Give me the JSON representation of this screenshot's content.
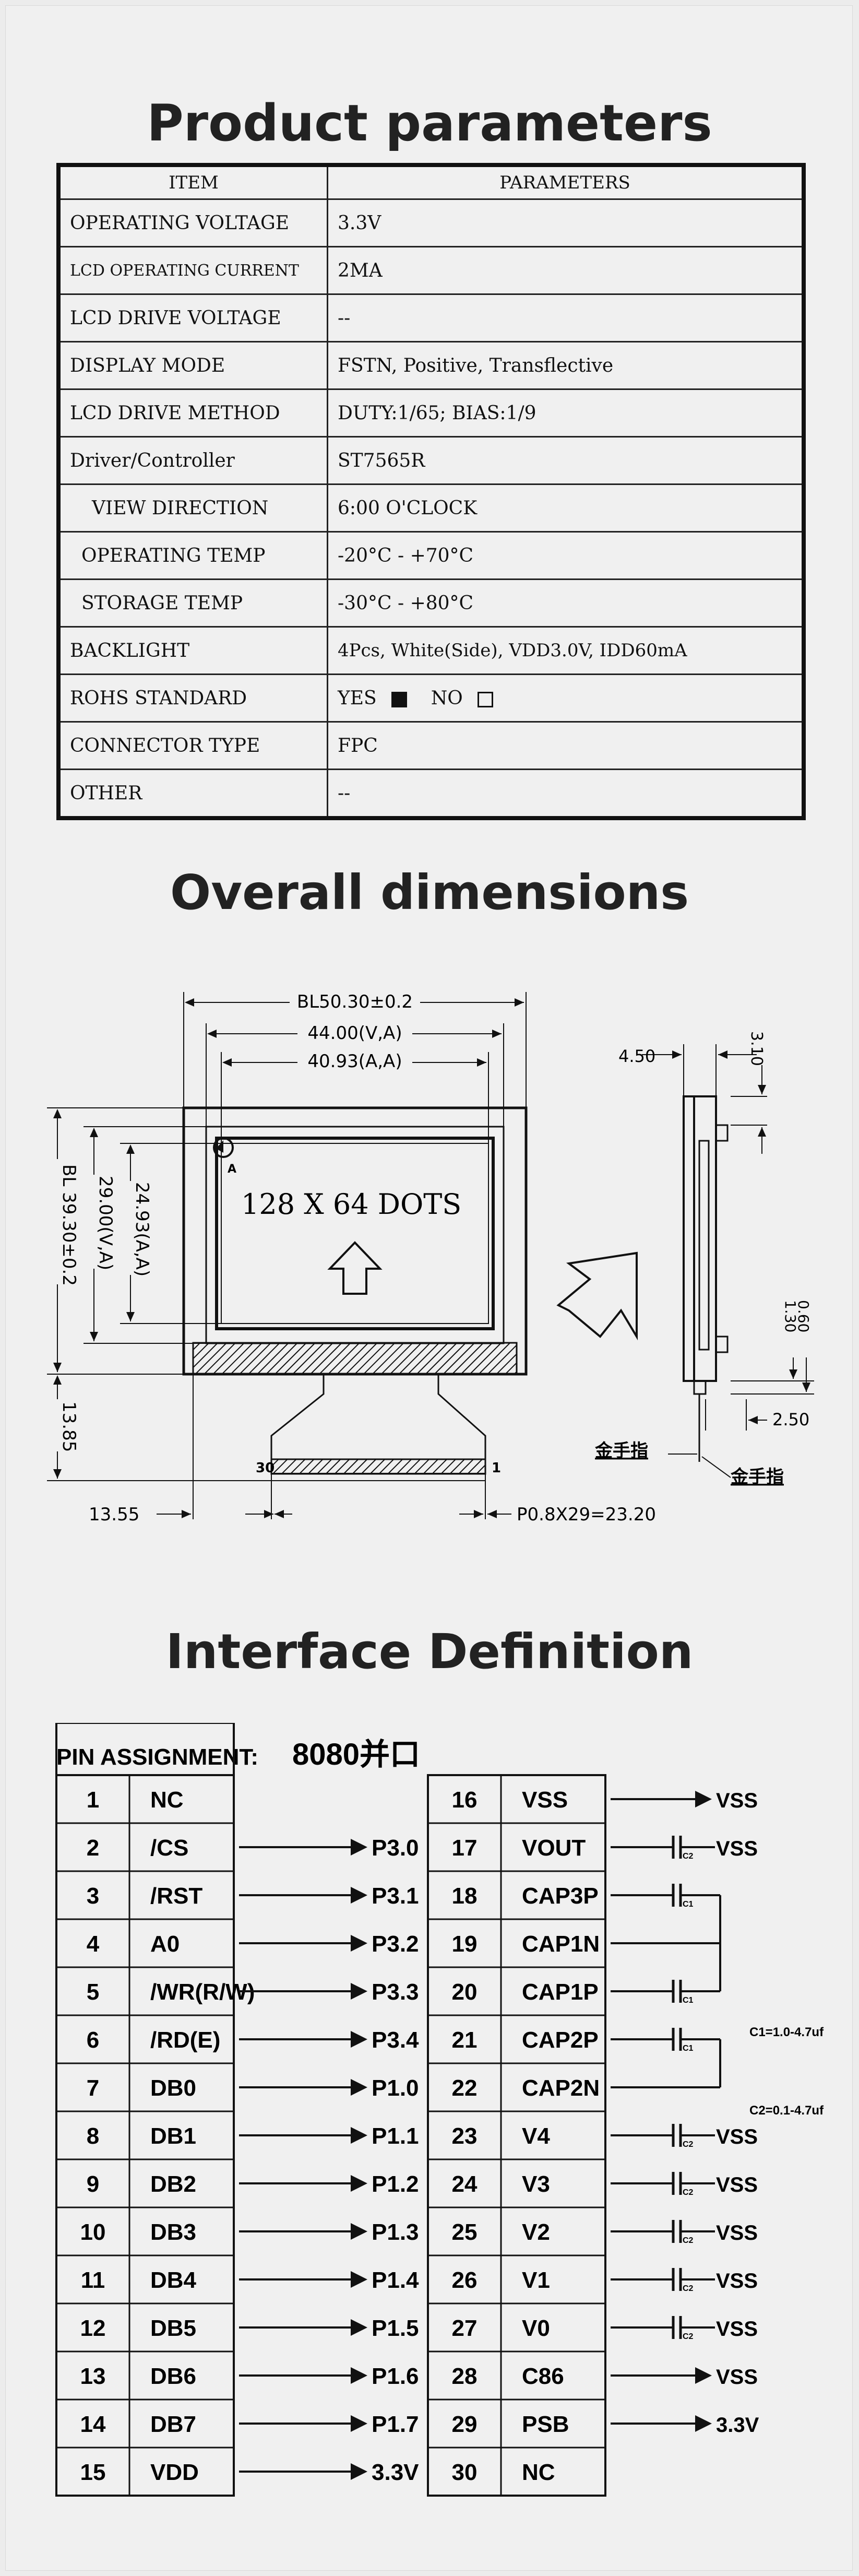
{
  "titles": {
    "product": "Product parameters",
    "dimensions": "Overall dimensions",
    "interface": "Interface Definition"
  },
  "params": {
    "header_item": "ITEM",
    "header_parameters": "PARAMETERS",
    "rows": [
      {
        "item": "OPERATING VOLTAGE",
        "value": "3.3V"
      },
      {
        "item": "LCD OPERATING CURRENT",
        "value": "2MA"
      },
      {
        "item": "LCD DRIVE VOLTAGE",
        "value": "--"
      },
      {
        "item": "DISPLAY MODE",
        "value": "FSTN, Positive, Transflective"
      },
      {
        "item": "LCD DRIVE METHOD",
        "value": "DUTY:1/65; BIAS:1/9"
      },
      {
        "item": "Driver/Controller",
        "value": "ST7565R"
      },
      {
        "item": "VIEW DIRECTION",
        "value": "6:00 O'CLOCK"
      },
      {
        "item": "OPERATING TEMP",
        "value": "-20°C - +70°C"
      },
      {
        "item": "STORAGE TEMP",
        "value": "-30°C - +80°C"
      },
      {
        "item": "BACKLIGHT",
        "value": "4Pcs, White(Side), VDD3.0V, IDD60mA"
      },
      {
        "item": "ROHS STANDARD",
        "yes": "YES",
        "no": "NO",
        "checked": "yes"
      },
      {
        "item": "CONNECTOR TYPE",
        "value": "FPC"
      },
      {
        "item": "OTHER",
        "value": "--"
      }
    ]
  },
  "dimensions": {
    "bl_width": "BL50.30±0.2",
    "va_width": "44.00(V,A)",
    "aa_width": "40.93(A,A)",
    "bl_height": "BL 39.30±0.2",
    "va_height": "29.00(V,A)",
    "aa_height": "24.93(A,A)",
    "dots": "128 X 64 DOTS",
    "pin_a": "A",
    "tail_length": "13.85",
    "left_offset": "13.55",
    "pitch": "P0.8X29=23.20",
    "pin_first": "30",
    "pin_last": "1",
    "side_depth": "4.50",
    "side_top": "3.10",
    "side_d1": "1.30",
    "side_d2": "0.60",
    "side_d3": "2.50",
    "finger_label": "金手指"
  },
  "interface": {
    "header": "PIN ASSIGNMENT:",
    "bus": "8080并口",
    "left_pins": [
      {
        "no": "1",
        "name": "NC",
        "to": ""
      },
      {
        "no": "2",
        "name": "/CS",
        "to": "P3.0"
      },
      {
        "no": "3",
        "name": "/RST",
        "to": "P3.1"
      },
      {
        "no": "4",
        "name": "A0",
        "to": "P3.2"
      },
      {
        "no": "5",
        "name": "/WR(R/W)",
        "to": "P3.3"
      },
      {
        "no": "6",
        "name": "/RD(E)",
        "to": "P3.4"
      },
      {
        "no": "7",
        "name": "DB0",
        "to": "P1.0"
      },
      {
        "no": "8",
        "name": "DB1",
        "to": "P1.1"
      },
      {
        "no": "9",
        "name": "DB2",
        "to": "P1.2"
      },
      {
        "no": "10",
        "name": "DB3",
        "to": "P1.3"
      },
      {
        "no": "11",
        "name": "DB4",
        "to": "P1.4"
      },
      {
        "no": "12",
        "name": "DB5",
        "to": "P1.5"
      },
      {
        "no": "13",
        "name": "DB6",
        "to": "P1.6"
      },
      {
        "no": "14",
        "name": "DB7",
        "to": "P1.7"
      },
      {
        "no": "15",
        "name": "VDD",
        "to": "3.3V"
      }
    ],
    "right_pins": [
      {
        "no": "16",
        "name": "VSS",
        "to": "VSS"
      },
      {
        "no": "17",
        "name": "VOUT",
        "to": "VSS"
      },
      {
        "no": "18",
        "name": "CAP3P",
        "to": ""
      },
      {
        "no": "19",
        "name": "CAP1N",
        "to": ""
      },
      {
        "no": "20",
        "name": "CAP1P",
        "to": ""
      },
      {
        "no": "21",
        "name": "CAP2P",
        "to": ""
      },
      {
        "no": "22",
        "name": "CAP2N",
        "to": ""
      },
      {
        "no": "23",
        "name": "V4",
        "to": "VSS"
      },
      {
        "no": "24",
        "name": "V3",
        "to": "VSS"
      },
      {
        "no": "25",
        "name": "V2",
        "to": "VSS"
      },
      {
        "no": "26",
        "name": "V1",
        "to": "VSS"
      },
      {
        "no": "27",
        "name": "V0",
        "to": "VSS"
      },
      {
        "no": "28",
        "name": "C86",
        "to": "VSS"
      },
      {
        "no": "29",
        "name": "PSB",
        "to": "3.3V"
      },
      {
        "no": "30",
        "name": "NC",
        "to": ""
      }
    ],
    "c1_note": "C1=1.0-4.7uf",
    "c2_note": "C2=0.1-4.7uf",
    "c1_tag": "C1",
    "c2_tag": "C2"
  }
}
